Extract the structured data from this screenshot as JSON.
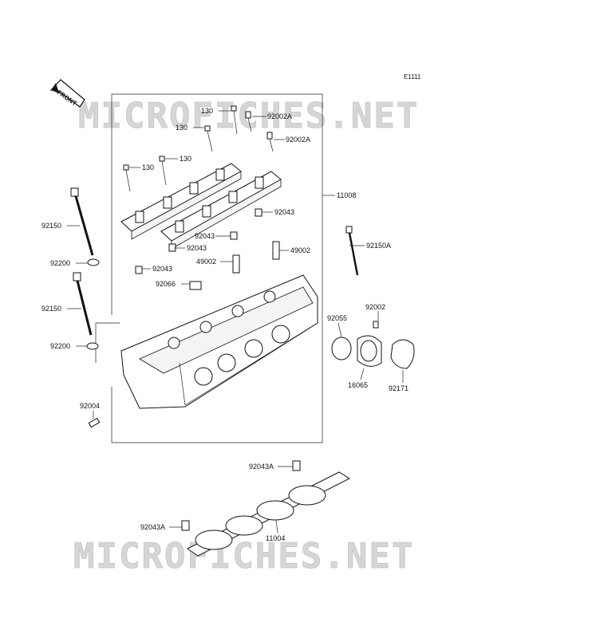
{
  "diagram": {
    "code": "E1111",
    "front_label": "FRONT",
    "watermark_top": "MICROFICHES.NET",
    "watermark_bottom": "MICROFICHES.NET",
    "labels": [
      "130",
      "92002A",
      "130",
      "92002A",
      "130",
      "130",
      "11008",
      "92043",
      "92150",
      "92043",
      "92043",
      "92150A",
      "92200",
      "49002",
      "49002",
      "92043",
      "92066",
      "92002",
      "92150",
      "92055",
      "92200",
      "16065",
      "92171",
      "92004",
      "92043A",
      "92043A",
      "11004"
    ]
  }
}
